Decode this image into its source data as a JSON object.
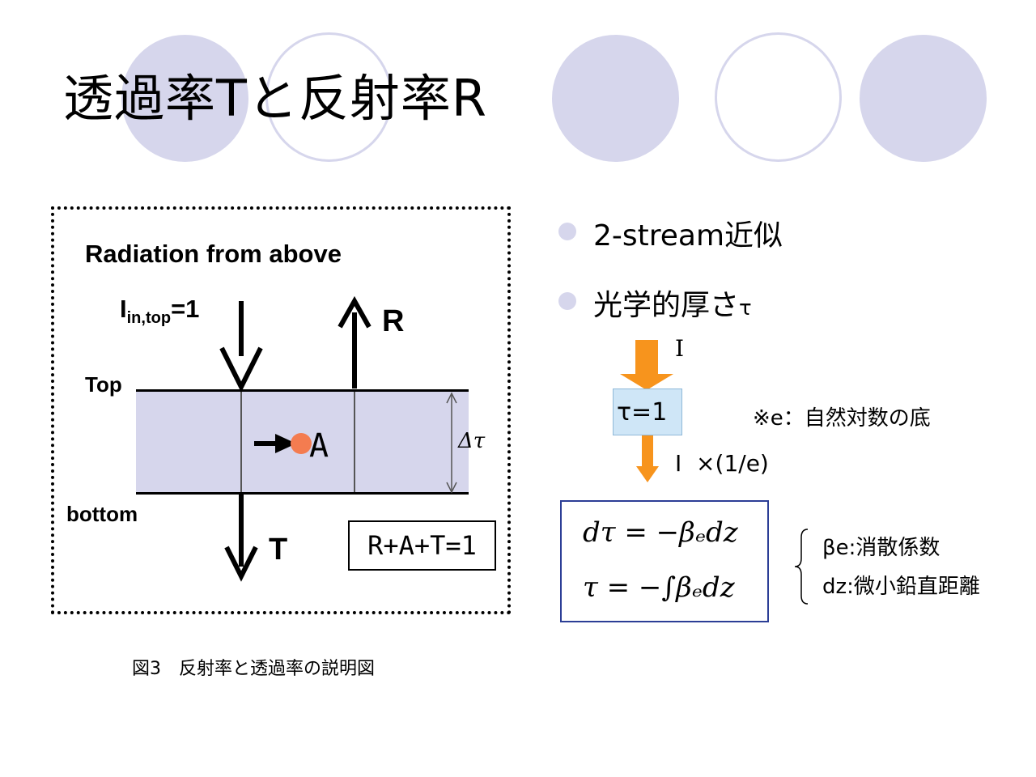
{
  "slide": {
    "title": "透過率Tと反射率R",
    "figure": {
      "heading": "Radiation from above",
      "incident_label_main": "I",
      "incident_label_sub": "in,top",
      "incident_label_tail": "=1",
      "reflect_label": "R",
      "transmit_label": "T",
      "absorb_label": "A",
      "top_label": "Top",
      "bottom_label": "bottom",
      "delta_tau_label": "Δτ",
      "relation": "R+A+T=1"
    },
    "caption": "図3　反射率と透過率の説明図",
    "bullets": [
      {
        "text": "2-stream近似"
      },
      {
        "text": "光学的厚さ",
        "symbol": "τ"
      }
    ],
    "tau_diagram": {
      "input_label": "I",
      "box_label": "τ=1",
      "output_label": "I  ×(1/e)",
      "note": "※e：自然対数の底"
    },
    "equations": {
      "line1": "dτ = −βₑdz",
      "line2": "τ = −∫βₑdz"
    },
    "definitions": [
      {
        "text": "βe:消散係数"
      },
      {
        "text": "dz:微小鉛直距離"
      }
    ],
    "colors": {
      "circle": "#d6d6ec",
      "layer": "#d6d6ec",
      "orange_arrow": "#f7941d",
      "absorb_dot": "#f47c50",
      "tau_box": "#cfe6f7",
      "eq_border": "#2c3e96"
    }
  }
}
